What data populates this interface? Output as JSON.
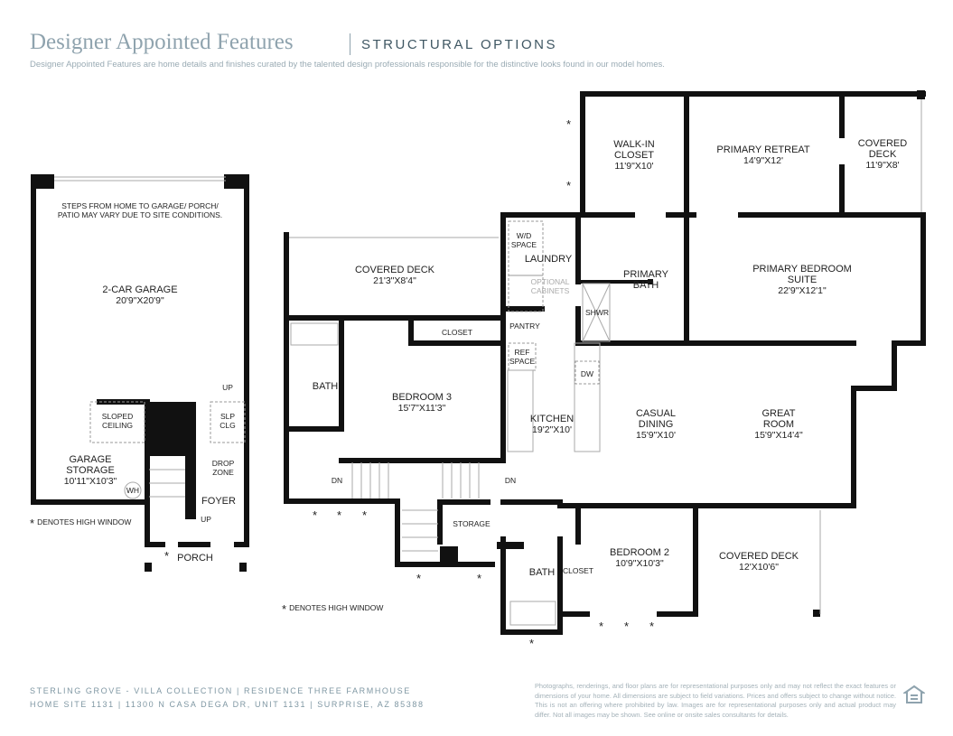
{
  "header": {
    "title": "Designer Appointed Features",
    "subtitle": "STRUCTURAL OPTIONS",
    "description": "Designer Appointed Features are home details and finishes curated by the talented design professionals responsible for the distinctive looks found in our model homes."
  },
  "garage": {
    "note": "STEPS FROM HOME TO GARAGE/ PORCH/ PATIO MAY VARY DUE TO SITE CONDITIONS.",
    "rooms": [
      {
        "name": "2-CAR GARAGE",
        "dim": "20'9\"X20'9\""
      },
      {
        "name": "SLOPED CEILING",
        "dim": ""
      },
      {
        "name": "SLP CLG",
        "dim": ""
      },
      {
        "name": "GARAGE STORAGE",
        "dim": "10'11\"X10'3\""
      },
      {
        "name": "DROP ZONE",
        "dim": ""
      },
      {
        "name": "FOYER",
        "dim": ""
      },
      {
        "name": "PORCH",
        "dim": ""
      }
    ],
    "wh": "WH",
    "up1": "UP",
    "up2": "UP",
    "high_window_note": "DENOTES HIGH WINDOW"
  },
  "main": {
    "rooms": [
      {
        "name": "WALK-IN CLOSET",
        "dim": "11'9\"X10'"
      },
      {
        "name": "PRIMARY RETREAT",
        "dim": "14'9\"X12'"
      },
      {
        "name": "COVERED DECK",
        "dim": "11'9\"X8'"
      },
      {
        "name": "COVERED DECK",
        "dim": "21'3\"X8'4\""
      },
      {
        "name": "LAUNDRY",
        "dim": ""
      },
      {
        "name": "PRIMARY BATH",
        "dim": ""
      },
      {
        "name": "PRIMARY BEDROOM SUITE",
        "dim": "22'9\"X12'1\""
      },
      {
        "name": "BATH",
        "dim": ""
      },
      {
        "name": "BEDROOM 3",
        "dim": "15'7\"X11'3\""
      },
      {
        "name": "KITCHEN",
        "dim": "19'2\"X10'"
      },
      {
        "name": "CASUAL DINING",
        "dim": "15'9\"X10'"
      },
      {
        "name": "GREAT ROOM",
        "dim": "15'9\"X14'4\""
      },
      {
        "name": "STORAGE",
        "dim": ""
      },
      {
        "name": "BATH",
        "dim": ""
      },
      {
        "name": "BEDROOM 2",
        "dim": "10'9\"X10'3\""
      },
      {
        "name": "COVERED DECK",
        "dim": "12'X10'6\""
      }
    ],
    "fixtures": {
      "wd": "W/D SPACE",
      "optional_cabinets": "OPTIONAL CABINETS",
      "pantry": "PANTRY",
      "ref": "REF SPACE",
      "dw": "DW",
      "shwr": "SHWR",
      "closet1": "CLOSET",
      "closet2": "CLOSET",
      "dn1": "DN",
      "dn2": "DN"
    },
    "high_window_note": "DENOTES HIGH WINDOW"
  },
  "footer": {
    "line1": "STERLING GROVE - VILLA COLLECTION  |  RESIDENCE THREE FARMHOUSE",
    "line2": "HOME SITE 1131  |  11300 N CASA DEGA DR, UNIT 1131  |  SURPRISE, AZ 85388",
    "disclaimer": "Photographs, renderings, and floor plans are for representational purposes only and may not reflect the exact features or dimensions of your home. All dimensions are subject to field variations. Prices and offers subject to change without notice. This is not an offering where prohibited by law. Images are for representational purposes only and actual product may differ. Not all images may be shown. See online or onsite sales consultants for details."
  }
}
